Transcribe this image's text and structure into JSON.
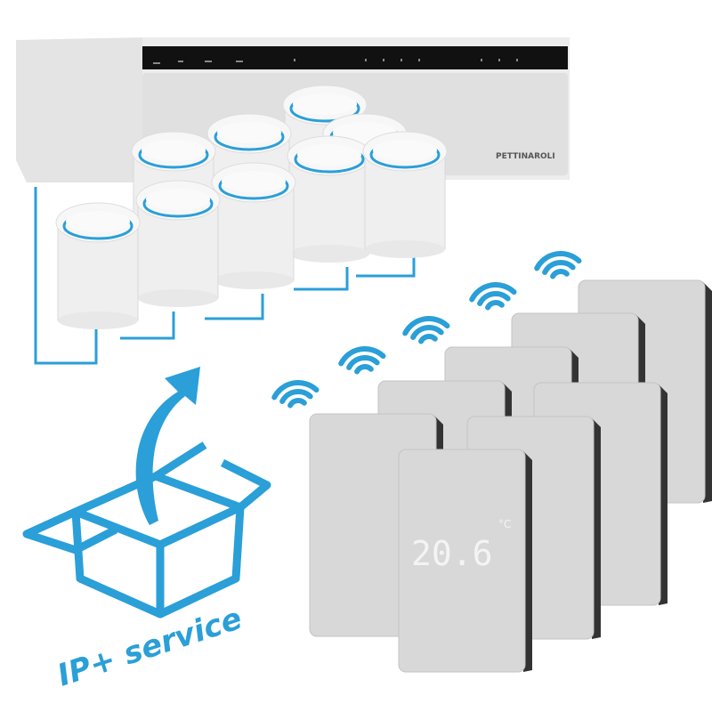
{
  "brand": "PETTINAROLI",
  "service_label": "IP+ service",
  "thermostat_display": "20.6",
  "thermostat_unit": "°C",
  "colors": {
    "accent_blue": "#2a9fd8",
    "device_white": "#f2f2f2",
    "thermostat_grey": "#d6d6d6",
    "controller_strip": "#111111"
  },
  "icons": [
    "wifi-signal-icon",
    "open-box-icon",
    "arrow-up-icon"
  ]
}
